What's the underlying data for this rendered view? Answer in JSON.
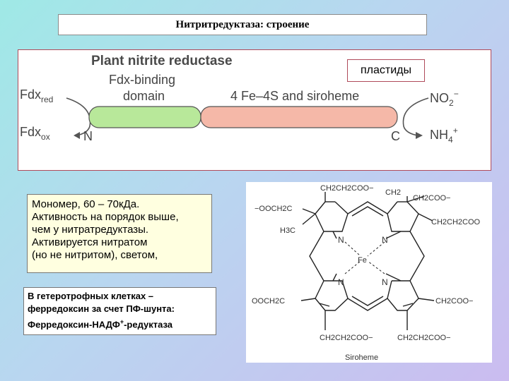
{
  "slide": {
    "title": "Нитритредуктаза: строение"
  },
  "domain_figure": {
    "heading": "Plant nitrite reductase",
    "fdx_domain_line1": "Fdx-binding",
    "fdx_domain_line2": "domain",
    "center_domain": "4 Fe–4S and siroheme",
    "fdx_red": "Fdx",
    "fdx_red_sub": "red",
    "fdx_ox": "Fdx",
    "fdx_ox_sub": "ox",
    "n_term": "N",
    "c_term": "C",
    "no2": "NO",
    "no2_sub": "2",
    "no2_sup": "−",
    "nh4": "NH",
    "nh4_sub": "4",
    "nh4_sup": "+",
    "plastid_label": "пластиды",
    "colors": {
      "fdx_domain": "#b8e89a",
      "center_domain": "#f5b8a8"
    }
  },
  "monomer_box": {
    "line1": "Мономер, 60 – 70кДа.",
    "line2": "Активность на порядок выше,",
    "line3": "чем у нитратредуктазы.",
    "line4": "Активируется нитратом",
    "line5": "(но не нитритом), светом,"
  },
  "hetero_box": {
    "line1": "В гетеротрофных клетках –",
    "line2": "ферредоксин за счет ПФ-шунта:",
    "line3a": "Ферредоксин-НАДФ",
    "line3sup": "+",
    "line3b": "-редуктаза"
  },
  "siroheme": {
    "caption": "Siroheme",
    "top_left_chain": "CH2CH2COO−",
    "top_ch2": "CH2",
    "top_right_chain": "CH2COO−",
    "left_top_chain": "−OOCH2C",
    "left_methyl": "H3C",
    "right_top_chain": "CH2CH2COO",
    "left_bottom_chain": "OOCH2C",
    "right_bottom_chain": "CH2COO−",
    "bottom_left_chain": "CH2CH2COO−",
    "bottom_right_chain": "CH2CH2COO−",
    "n_label": "N",
    "fe_label": "Fe"
  }
}
